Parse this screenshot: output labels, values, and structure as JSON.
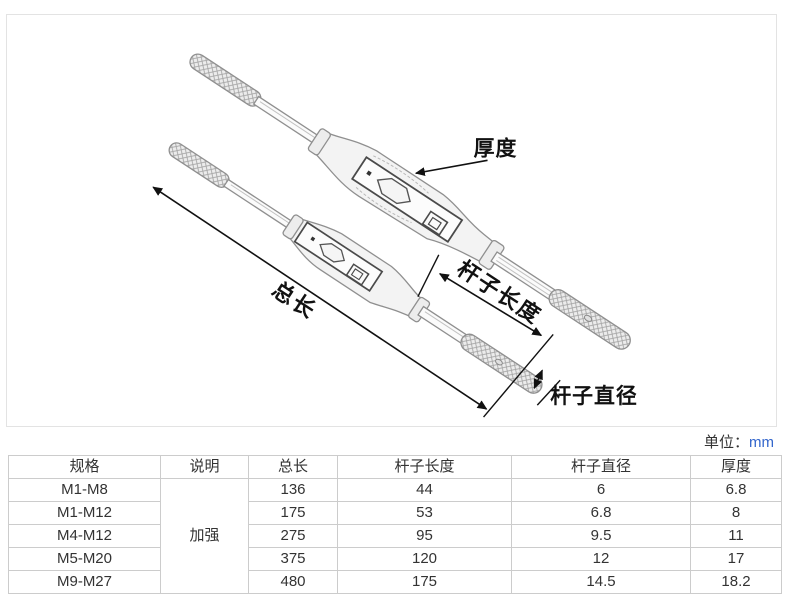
{
  "diagram": {
    "labels": {
      "thickness": "厚度",
      "total_length": "总长",
      "rod_length": "杆子长度",
      "rod_diameter": "杆子直径"
    }
  },
  "unit_note": {
    "prefix": "单位：",
    "value": "mm"
  },
  "table": {
    "headers": [
      "规格",
      "说明",
      "总长",
      "杆子长度",
      "杆子直径",
      "厚度"
    ],
    "merged_note": "加强",
    "rows": [
      [
        "M1-M8",
        "136",
        "44",
        "6",
        "6.8"
      ],
      [
        "M1-M12",
        "175",
        "53",
        "6.8",
        "8"
      ],
      [
        "M4-M12",
        "275",
        "95",
        "9.5",
        "11"
      ],
      [
        "M5-M20",
        "375",
        "120",
        "12",
        "17"
      ],
      [
        "M9-M27",
        "480",
        "175",
        "14.5",
        "18.2"
      ]
    ]
  },
  "colors": {
    "unit_value_blue": "#3366cc",
    "table_border": "#cccccc",
    "diagram_border": "#e3e3e3",
    "dimension_ink": "#111111",
    "table_text": "#333333"
  }
}
